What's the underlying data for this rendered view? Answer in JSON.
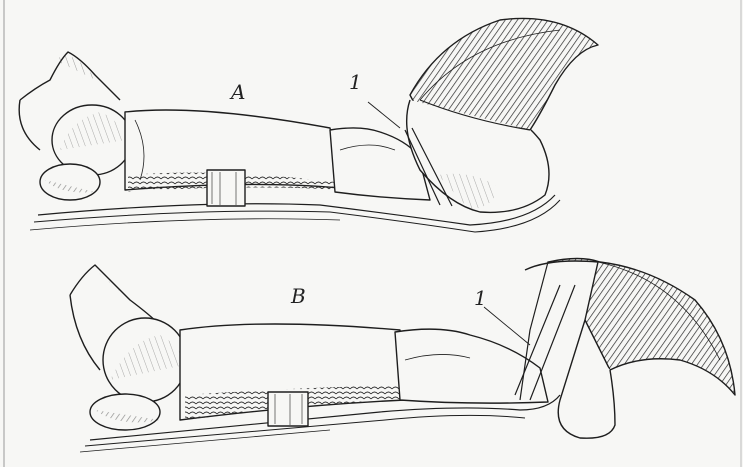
{
  "figure": {
    "panels": [
      {
        "id": "A",
        "label": "A",
        "callout": "1"
      },
      {
        "id": "B",
        "label": "B",
        "callout": "1"
      }
    ],
    "colors": {
      "ink": "#1e1e1e",
      "paper": "#f7f7f5",
      "shade": "#3a3a3a"
    }
  }
}
